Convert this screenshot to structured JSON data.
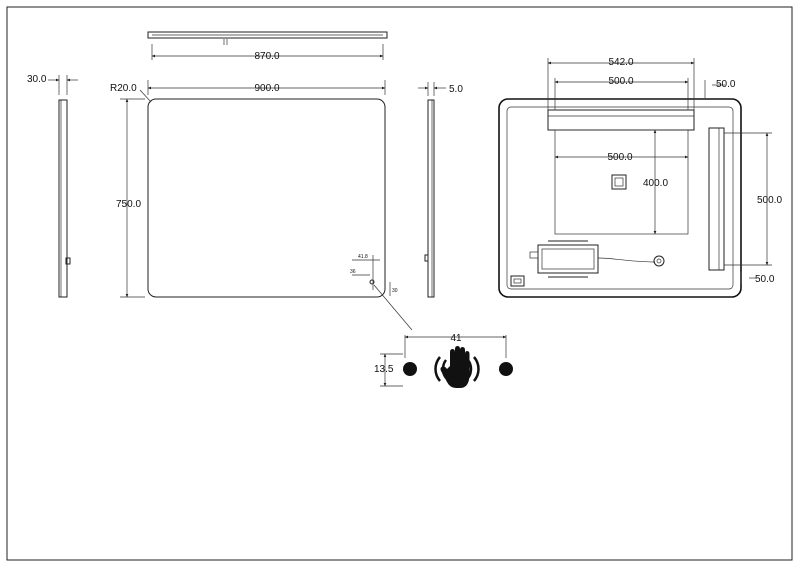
{
  "dimensions": {
    "top_width": "870.0",
    "side_thickness": "30.0",
    "corner_radius": "R20.0",
    "front_width": "900.0",
    "front_height": "750.0",
    "side_depth": "5.0",
    "back_bar_width": "542.0",
    "back_bar_inner": "500.0",
    "back_edge_top": "50.0",
    "back_panel_width": "500.0",
    "back_panel_height": "400.0",
    "back_side_height": "500.0",
    "back_edge_right": "50.0",
    "switch_x": "41.8",
    "switch_y": "36",
    "switch_z": "30",
    "detail_width": "41",
    "detail_height": "13.5"
  },
  "icons": {
    "sensor": "hand-sensor-icon"
  },
  "colors": {
    "line": "#222222",
    "fill": "#111111"
  }
}
